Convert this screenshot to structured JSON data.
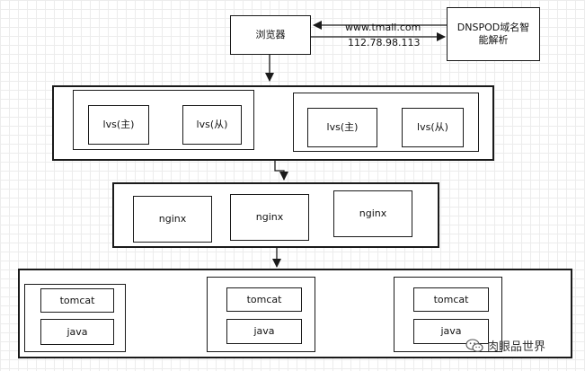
{
  "browser": {
    "label": "浏览器"
  },
  "dns": {
    "label_line1": "DNSPOD域名智",
    "label_line2": "能解析"
  },
  "request_label": "www.tmall.com",
  "response_label": "112.78.98.113",
  "lvs_groups": [
    {
      "master": "lvs(主)",
      "slave": "lvs(从)"
    },
    {
      "master": "lvs(主)",
      "slave": "lvs(从)"
    }
  ],
  "nginx_nodes": [
    "nginx",
    "nginx",
    "nginx"
  ],
  "tomcat_groups": [
    {
      "app": "tomcat",
      "runtime": "java"
    },
    {
      "app": "tomcat",
      "runtime": "java"
    },
    {
      "app": "tomcat",
      "runtime": "java"
    }
  ],
  "watermark": {
    "text": "肉眼品世界",
    "icon": "wechat-icon"
  }
}
